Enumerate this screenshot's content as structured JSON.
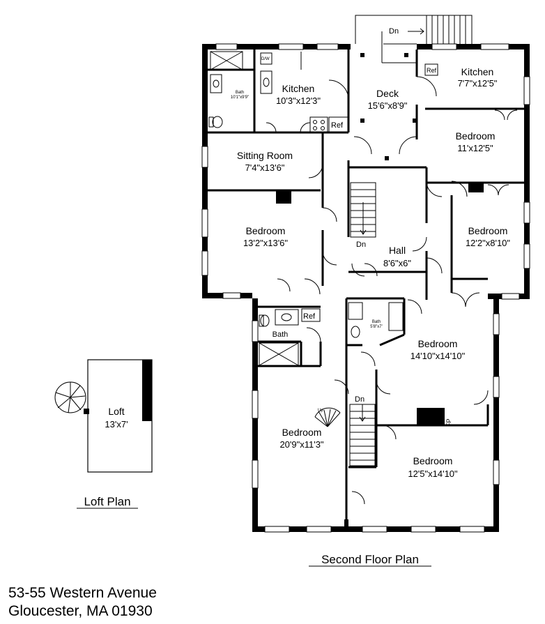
{
  "rooms": {
    "kitchen_left": {
      "name": "Kitchen",
      "dim": "10'3\"x12'3\""
    },
    "deck": {
      "name": "Deck",
      "dim": "15'6\"x8'9\""
    },
    "kitchen_right": {
      "name": "Kitchen",
      "dim": "7'7\"x12'5\""
    },
    "sitting_room": {
      "name": "Sitting Room",
      "dim": "7'4\"x13'6\""
    },
    "bedroom_a": {
      "name": "Bedroom",
      "dim": "11'x12'5\""
    },
    "bedroom_b": {
      "name": "Bedroom",
      "dim": "13'2\"x13'6\""
    },
    "bedroom_c": {
      "name": "Bedroom",
      "dim": "12'2\"x8'10\""
    },
    "hall": {
      "name": "Hall",
      "dim": "8'6\"x6\""
    },
    "bedroom_d": {
      "name": "Bedroom",
      "dim": "14'10\"x14'10\""
    },
    "bedroom_e": {
      "name": "Bedroom",
      "dim": "20'9\"x11'3\""
    },
    "bedroom_f": {
      "name": "Bedroom",
      "dim": "12'5\"x14'10\""
    },
    "loft": {
      "name": "Loft",
      "dim": "13'x7'"
    },
    "bath_main": {
      "name": "Bath"
    },
    "bath_small_top": {
      "name": "Bath",
      "dim": "10'1\"x9'9\""
    },
    "bath_small_mid": {
      "name": "Bath",
      "dim": "5'8\"x7'"
    }
  },
  "fixtures": {
    "ref": "Ref",
    "dw": "D/W",
    "dn": "Dn",
    "up": "Up",
    "fp": "FP"
  },
  "captions": {
    "loft_plan": "Loft Plan",
    "second_floor_plan": "Second Floor Plan"
  },
  "address": {
    "line1": "53-55 Western Avenue",
    "line2": "Gloucester, MA 01930"
  }
}
